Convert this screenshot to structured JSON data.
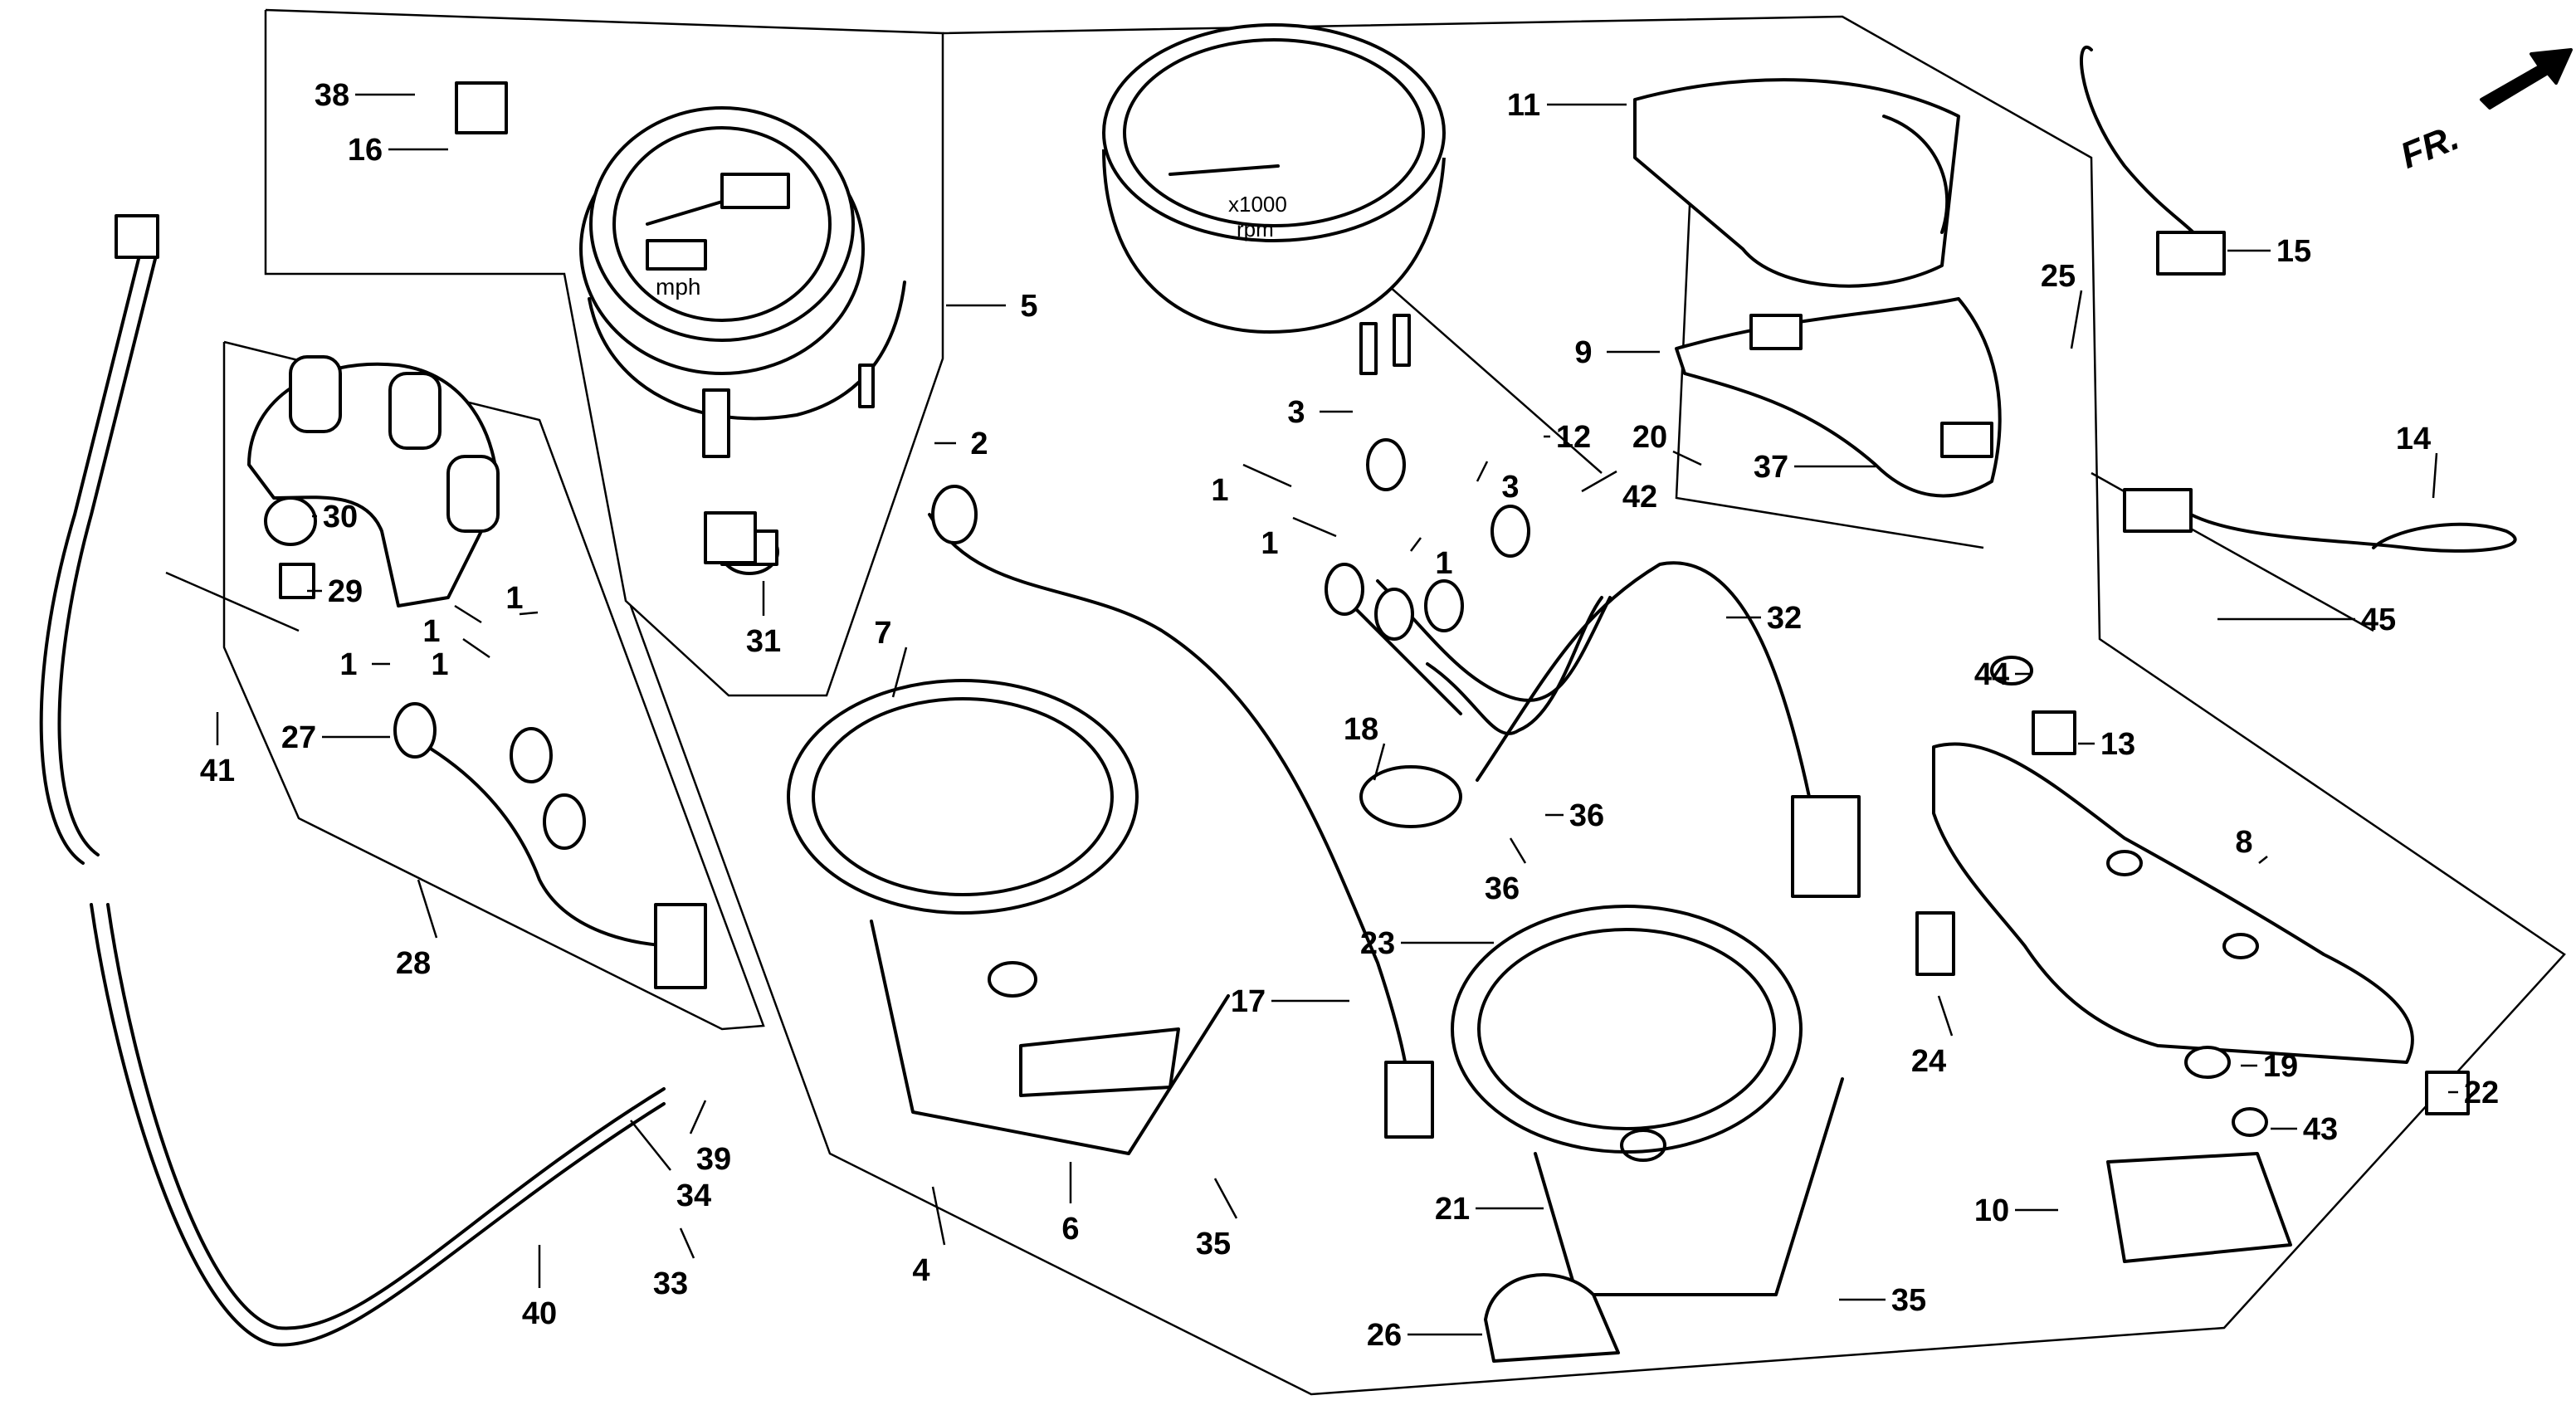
{
  "diagram": {
    "direction_label": "FR.",
    "callouts": [
      {
        "id": "c1a",
        "text": "1"
      },
      {
        "id": "c1b",
        "text": "1"
      },
      {
        "id": "c1c",
        "text": "1"
      },
      {
        "id": "c1d",
        "text": "1"
      },
      {
        "id": "c1e",
        "text": "1"
      },
      {
        "id": "c1f",
        "text": "1"
      },
      {
        "id": "c1g",
        "text": "1"
      },
      {
        "id": "c2",
        "text": "2"
      },
      {
        "id": "c3a",
        "text": "3"
      },
      {
        "id": "c3b",
        "text": "3"
      },
      {
        "id": "c4",
        "text": "4"
      },
      {
        "id": "c5",
        "text": "5"
      },
      {
        "id": "c6",
        "text": "6"
      },
      {
        "id": "c7",
        "text": "7"
      },
      {
        "id": "c8",
        "text": "8"
      },
      {
        "id": "c9",
        "text": "9"
      },
      {
        "id": "c10",
        "text": "10"
      },
      {
        "id": "c11",
        "text": "11"
      },
      {
        "id": "c12",
        "text": "12"
      },
      {
        "id": "c13",
        "text": "13"
      },
      {
        "id": "c14",
        "text": "14"
      },
      {
        "id": "c15",
        "text": "15"
      },
      {
        "id": "c16",
        "text": "16"
      },
      {
        "id": "c17",
        "text": "17"
      },
      {
        "id": "c18",
        "text": "18"
      },
      {
        "id": "c19",
        "text": "19"
      },
      {
        "id": "c20",
        "text": "20"
      },
      {
        "id": "c21",
        "text": "21"
      },
      {
        "id": "c22",
        "text": "22"
      },
      {
        "id": "c23",
        "text": "23"
      },
      {
        "id": "c24",
        "text": "24"
      },
      {
        "id": "c25",
        "text": "25"
      },
      {
        "id": "c26",
        "text": "26"
      },
      {
        "id": "c27",
        "text": "27"
      },
      {
        "id": "c28",
        "text": "28"
      },
      {
        "id": "c29",
        "text": "29"
      },
      {
        "id": "c30",
        "text": "30"
      },
      {
        "id": "c31",
        "text": "31"
      },
      {
        "id": "c32",
        "text": "32"
      },
      {
        "id": "c33",
        "text": "33"
      },
      {
        "id": "c34",
        "text": "34"
      },
      {
        "id": "c35a",
        "text": "35"
      },
      {
        "id": "c35b",
        "text": "35"
      },
      {
        "id": "c36a",
        "text": "36"
      },
      {
        "id": "c36b",
        "text": "36"
      },
      {
        "id": "c37",
        "text": "37"
      },
      {
        "id": "c38",
        "text": "38"
      },
      {
        "id": "c39",
        "text": "39"
      },
      {
        "id": "c40",
        "text": "40"
      },
      {
        "id": "c41",
        "text": "41"
      },
      {
        "id": "c42",
        "text": "42"
      },
      {
        "id": "c43",
        "text": "43"
      },
      {
        "id": "c44",
        "text": "44"
      },
      {
        "id": "c45",
        "text": "45"
      }
    ],
    "dial_text": {
      "speedometer_unit": "mph",
      "tachometer_scale": "x1000",
      "tachometer_unit": "rpm"
    }
  }
}
